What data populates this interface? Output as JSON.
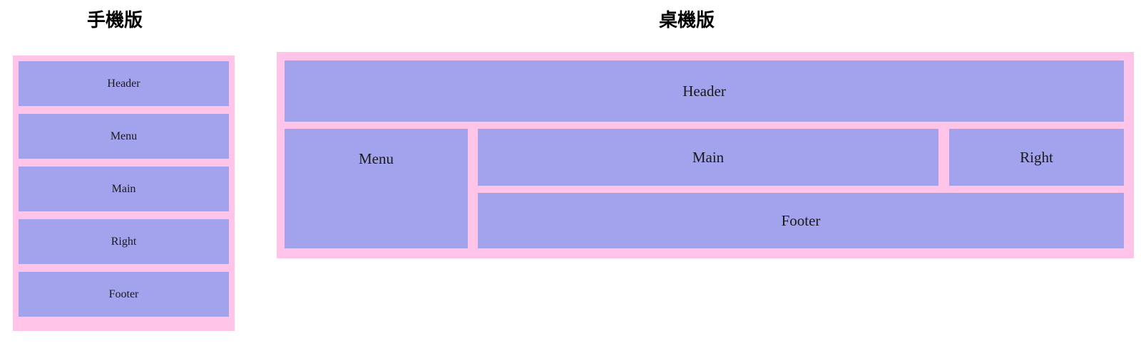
{
  "palette": {
    "pink": "#ffc4e7",
    "purple": "#a2a3ec",
    "text": "#1a1a1a",
    "title": "#000000",
    "background": "#ffffff"
  },
  "mobile": {
    "title": "手機版",
    "blocks": [
      {
        "label": "Header"
      },
      {
        "label": "Menu"
      },
      {
        "label": "Main"
      },
      {
        "label": "Right"
      },
      {
        "label": "Footer"
      }
    ]
  },
  "desktop": {
    "title": "桌機版",
    "blocks": {
      "header": "Header",
      "menu": "Menu",
      "main": "Main",
      "right": "Right",
      "footer": "Footer"
    }
  }
}
